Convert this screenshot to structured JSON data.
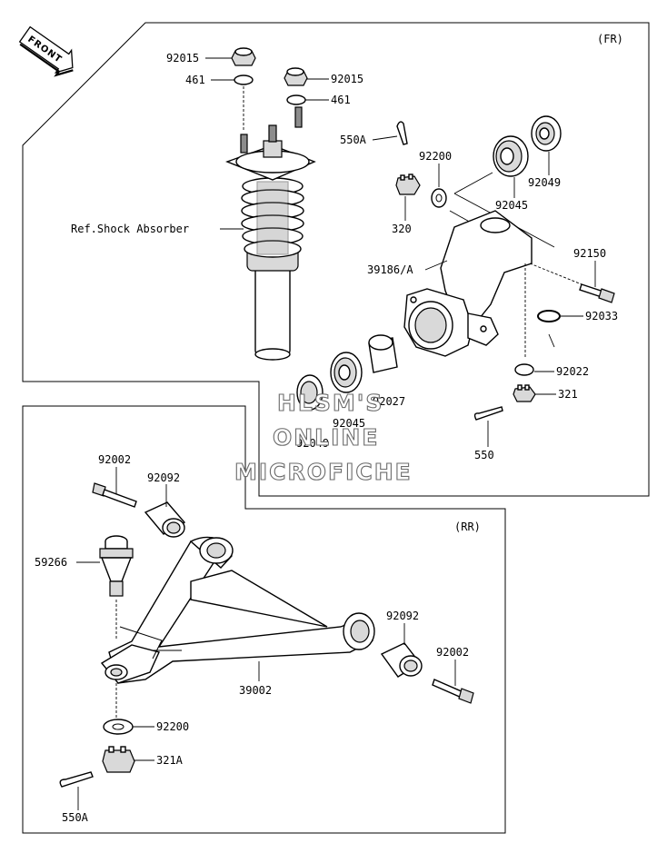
{
  "badge": {
    "front": "FRONT"
  },
  "sections": {
    "front": "(FR)",
    "rear": "(RR)"
  },
  "watermark": [
    "HLSM'S",
    "ONLINE",
    "MICROFICHE"
  ],
  "front_parts": {
    "nut_92015_left": "92015",
    "washer_461_left": "461",
    "nut_92015_right": "92015",
    "washer_461_right": "461",
    "cotter_550a_top": "550A",
    "washer_92200_front": "92200",
    "nut_320": "320",
    "bearing_92045_top": "92045",
    "seal_92049_top": "92049",
    "ref_shock": "Ref.Shock Absorber",
    "knuckle_39186a": "39186/A",
    "bolt_92150": "92150",
    "circlip_92033": "92033",
    "washer_92022": "92022",
    "nut_321": "321",
    "cotter_550": "550",
    "collar_92027": "92027",
    "bearing_92045_bottom": "92045",
    "seal_92049_bottom": "92049"
  },
  "rear_parts": {
    "bolt_92002_left": "92002",
    "bushing_92092_left": "92092",
    "balljoint_59266": "59266",
    "bushing_92092_right": "92092",
    "bolt_92002_right": "92002",
    "arm_39002": "39002",
    "washer_92200_rear": "92200",
    "nut_321a": "321A",
    "cotter_550a_rear": "550A"
  }
}
